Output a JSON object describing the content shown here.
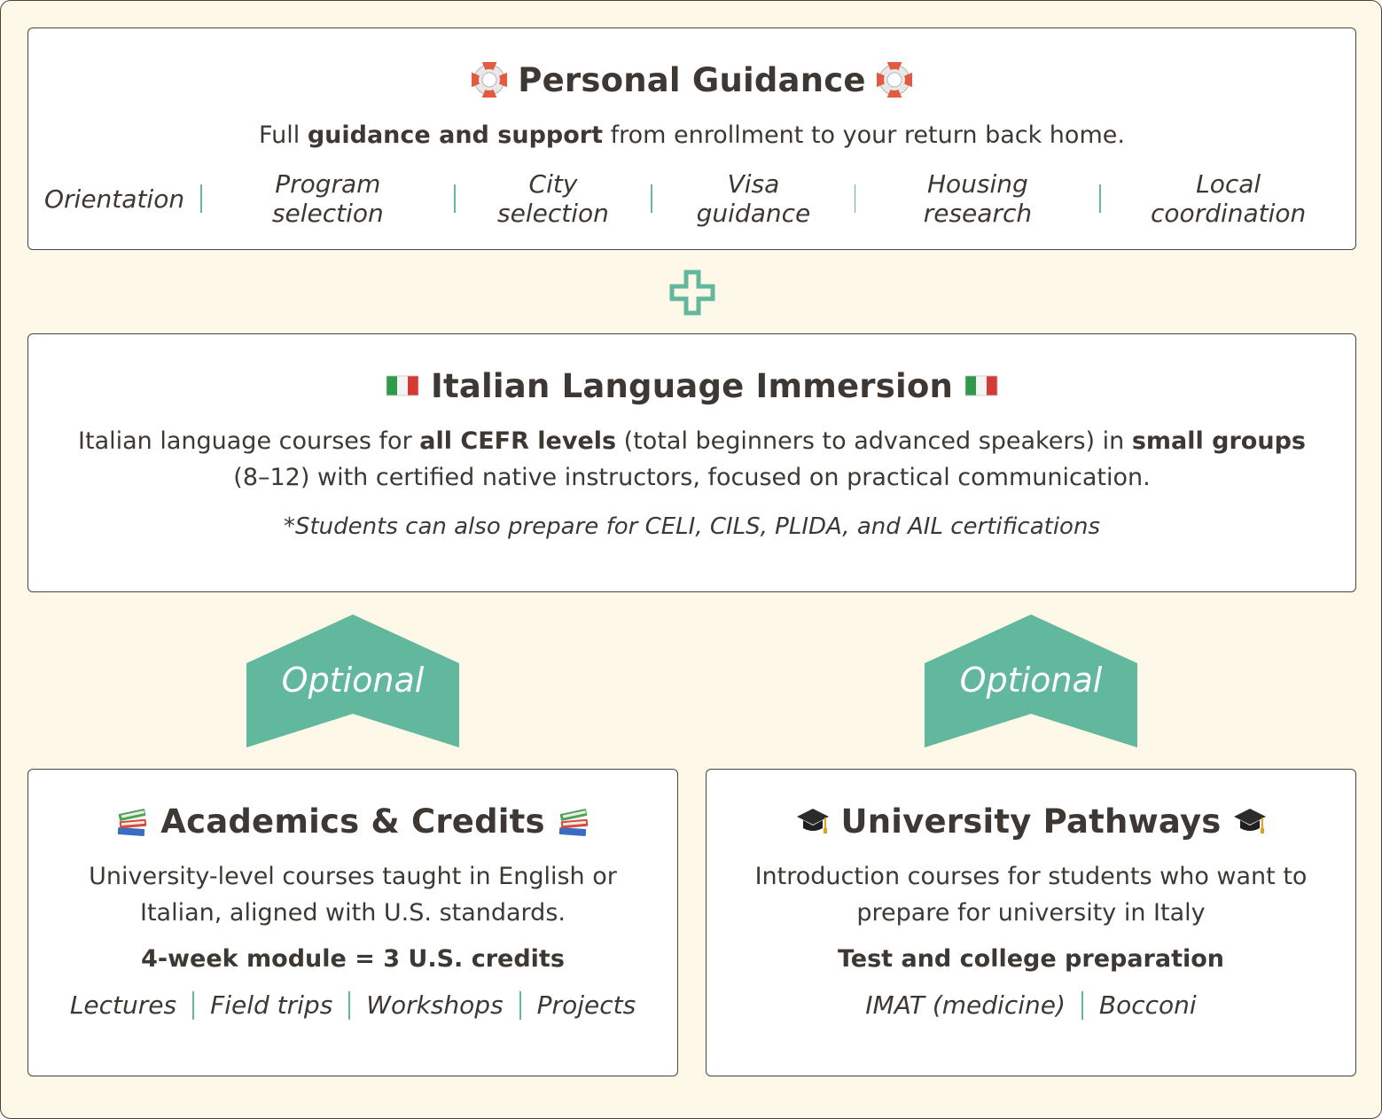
{
  "guidance": {
    "title": "Personal Guidance",
    "icon": "lifebuoy-icon",
    "desc_pre": "Full ",
    "desc_bold": "guidance and support",
    "desc_post": " from enrollment to your return back home.",
    "tags": [
      "Orientation",
      "Program selection",
      "City selection",
      "Visa guidance",
      "Housing research",
      "Local coordination"
    ]
  },
  "connector": {
    "icon": "plus-icon",
    "color": "#62b89c"
  },
  "immersion": {
    "title": "Italian Language Immersion",
    "icon": "italian-flag-icon",
    "desc_1": "Italian language courses for ",
    "desc_2": "all CEFR levels",
    "desc_3": " (total beginners to advanced speakers) in ",
    "desc_4": "small groups",
    "desc_5": "(8–12) with certified native instructors, focused on practical communication.",
    "note": "*Students can also prepare for CELI, CILS, PLIDA, and AIL certifications"
  },
  "optional_left": {
    "label": "Optional",
    "color": "#62b89c"
  },
  "optional_right": {
    "label": "Optional",
    "color": "#62b89c"
  },
  "academics": {
    "title": "Academics & Credits",
    "icon": "books-icon",
    "desc_line1": "University-level courses taught in English or",
    "desc_line2": "Italian, aligned with U.S. standards.",
    "highlight": "4-week module = 3 U.S. credits",
    "tags": [
      "Lectures",
      "Field trips",
      "Workshops",
      "Projects"
    ]
  },
  "university": {
    "title": "University Pathways",
    "icon": "graduation-cap-icon",
    "desc_line1": "Introduction courses for students who want to",
    "desc_line2": "prepare for university in Italy",
    "highlight": "Test and college preparation",
    "tags": [
      "IMAT (medicine)",
      "Bocconi"
    ]
  }
}
